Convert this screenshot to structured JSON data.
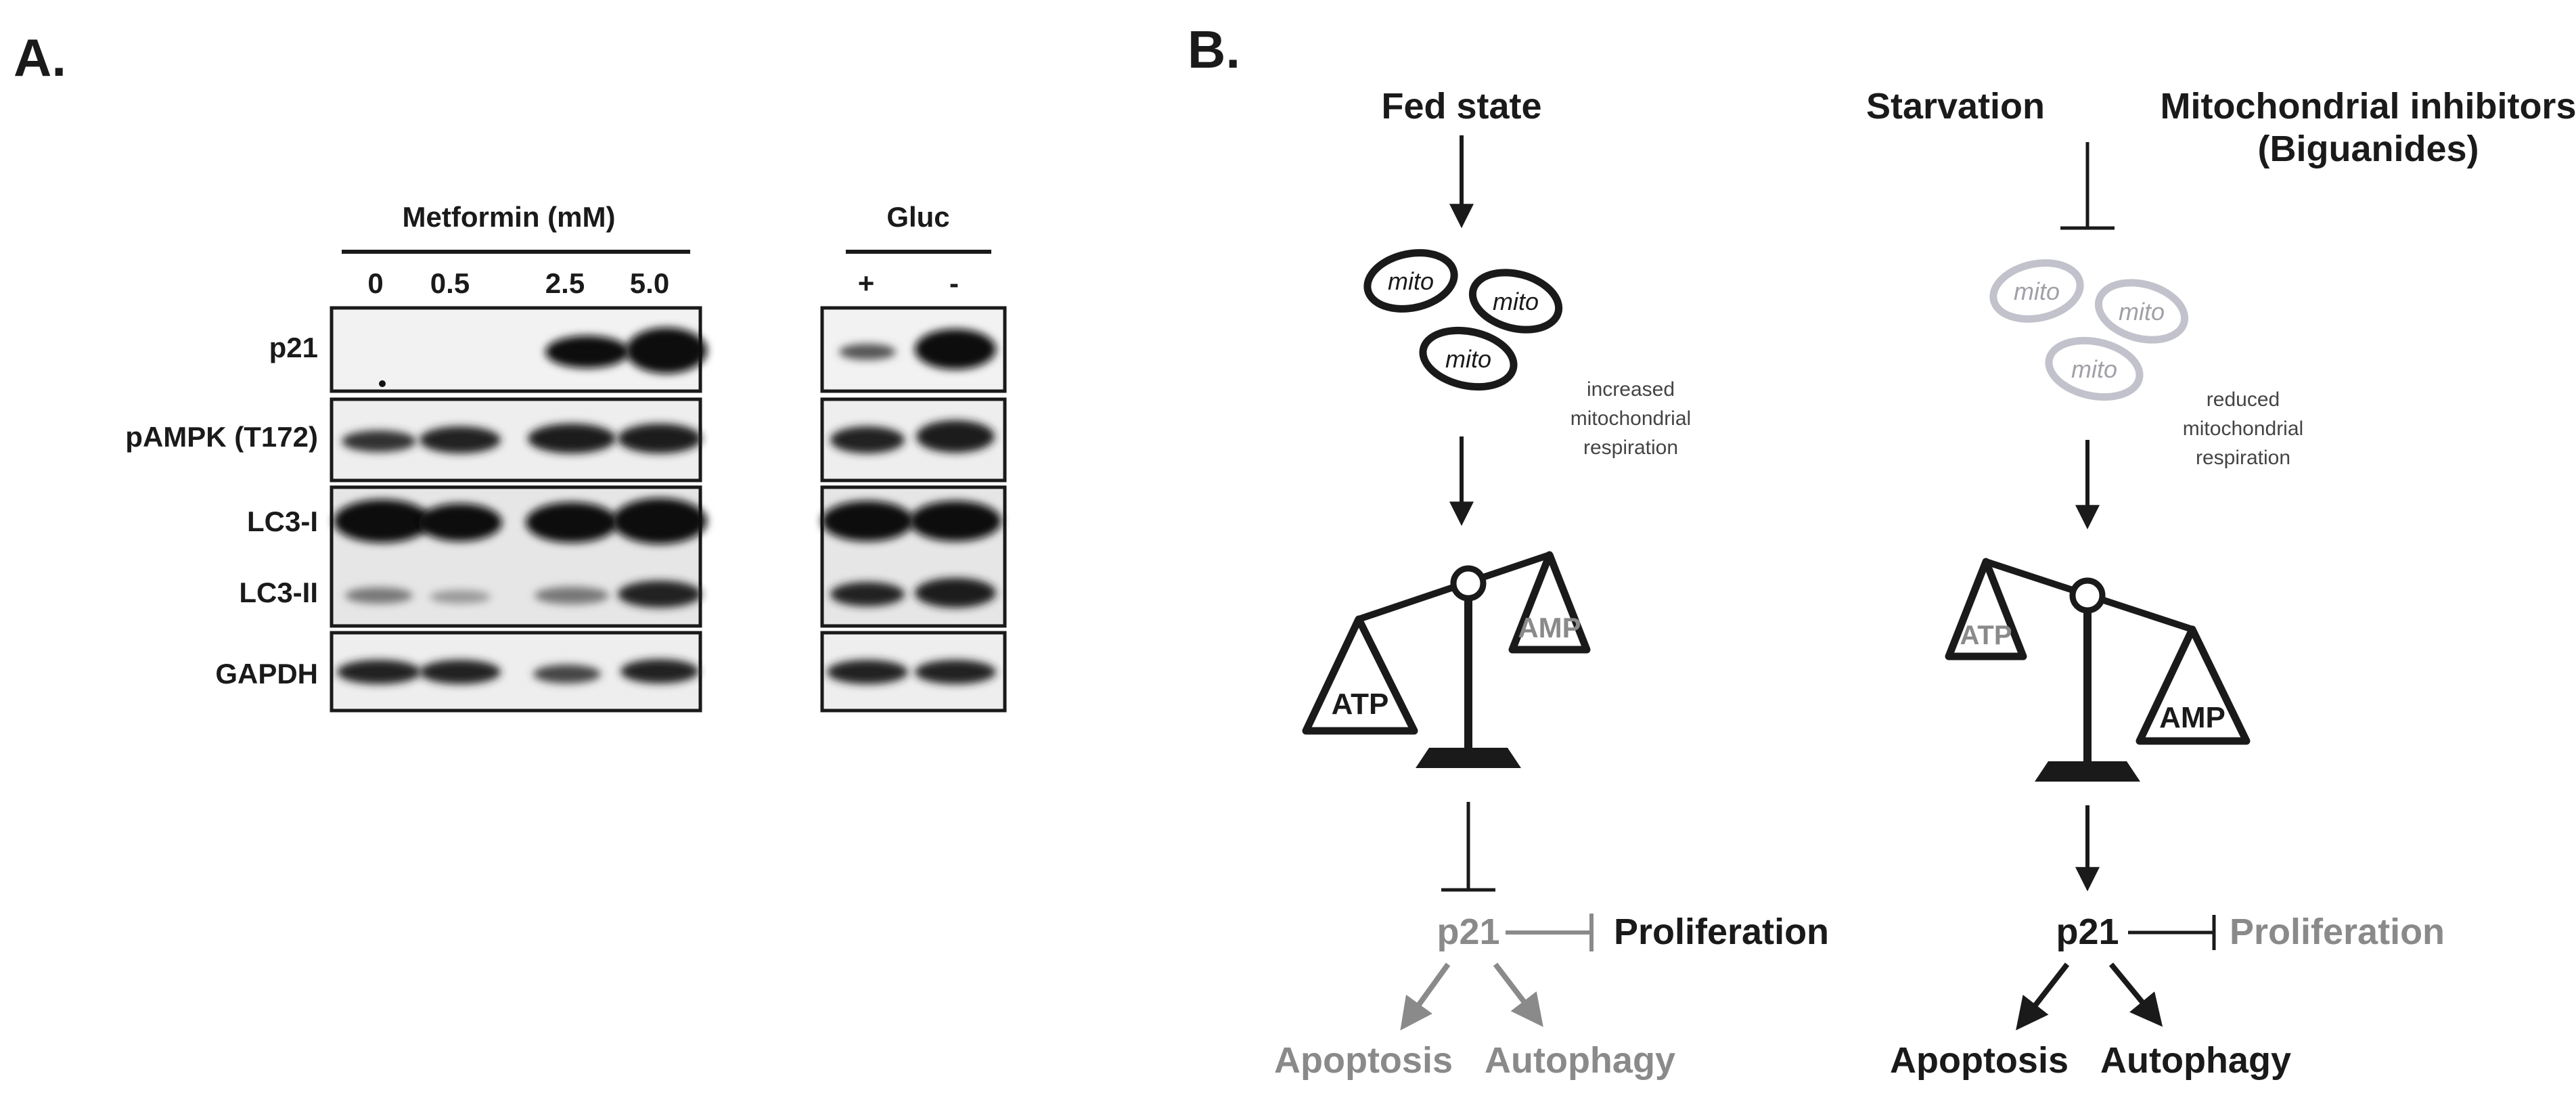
{
  "panel_a": {
    "label": "A.",
    "metformin_header": "Metformin (mM)",
    "metformin_doses": [
      "0",
      "0.5",
      "2.5",
      "5.0"
    ],
    "gluc_header": "Gluc",
    "gluc_conditions": [
      "+",
      "-"
    ],
    "rows": [
      "p21",
      "pAMPK (T172)",
      "LC3-I",
      "LC3-II",
      "GAPDH"
    ]
  },
  "panel_b": {
    "label": "B.",
    "left": {
      "title": "Fed state",
      "mito_label": "mito",
      "respiration_note": [
        "increased",
        "mitochondrial",
        "respiration"
      ],
      "atp": "ATP",
      "amp": "AMP",
      "p21": "p21",
      "proliferation": "Proliferation",
      "apoptosis": "Apoptosis",
      "autophagy": "Autophagy"
    },
    "right": {
      "starvation": "Starvation",
      "inhibitors": [
        "Mitochondrial inhibitors",
        "(Biguanides)"
      ],
      "mito_label": "mito",
      "respiration_note": [
        "reduced",
        "mitochondrial",
        "respiration"
      ],
      "atp": "ATP",
      "amp": "AMP",
      "p21": "p21",
      "proliferation": "Proliferation",
      "apoptosis": "Apoptosis",
      "autophagy": "Autophagy"
    },
    "colors": {
      "active": "#1a1a1a",
      "inactive": "#8a8a8a",
      "mito_faded": "#c2c2cc"
    }
  }
}
